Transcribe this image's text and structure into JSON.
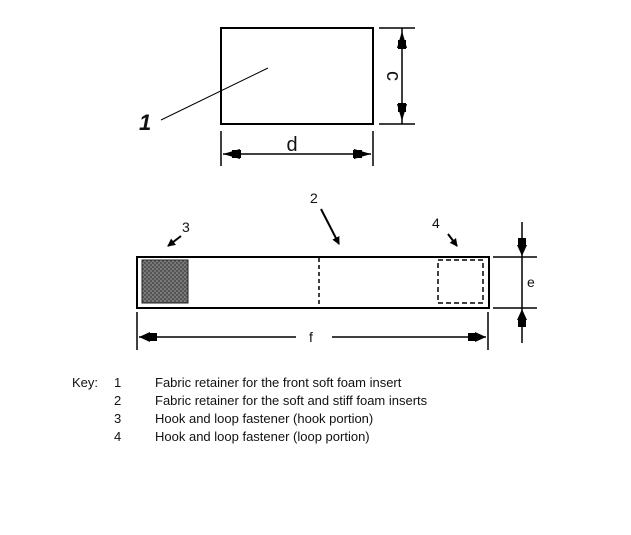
{
  "diagram": {
    "dimensions": {
      "c": "c",
      "d": "d",
      "e": "e",
      "f": "f"
    },
    "callouts": {
      "1": "1",
      "2": "2",
      "3": "3",
      "4": "4"
    }
  },
  "key": {
    "title": "Key:",
    "items": [
      {
        "num": "1",
        "text": "Fabric retainer for the front soft foam insert"
      },
      {
        "num": "2",
        "text": "Fabric retainer for the soft and stiff foam inserts"
      },
      {
        "num": "3",
        "text": "Hook and loop fastener (hook portion)"
      },
      {
        "num": "4",
        "text": "Hook and loop fastener (loop portion)"
      }
    ]
  }
}
